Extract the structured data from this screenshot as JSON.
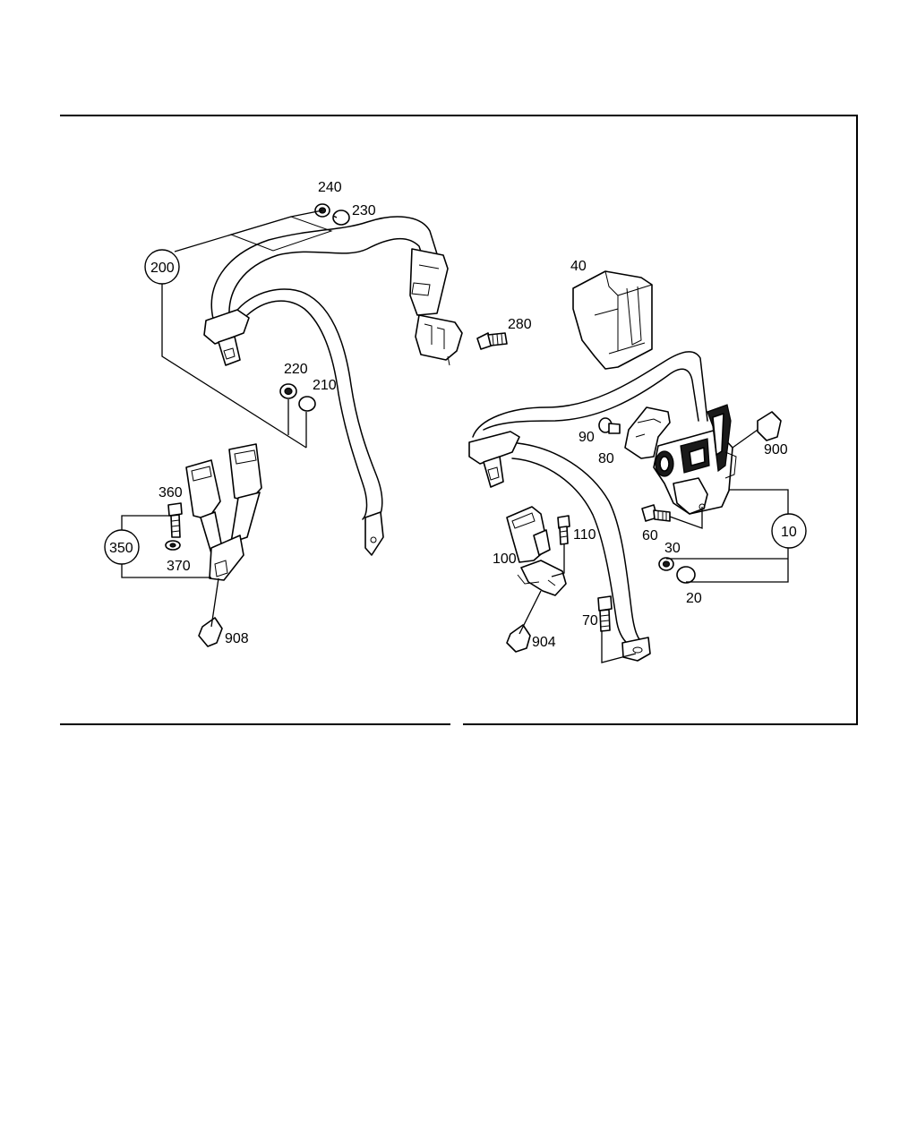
{
  "labels": {
    "l240": "240",
    "l230": "230",
    "l200": "200",
    "l220": "220",
    "l210": "210",
    "l280": "280",
    "l40": "40",
    "l90": "90",
    "l80": "80",
    "l900": "900",
    "l360": "360",
    "l350": "350",
    "l370": "370",
    "l908": "908",
    "l60": "60",
    "l10": "10",
    "l30": "30",
    "l20": "20",
    "l110": "110",
    "l100": "100",
    "l70": "70",
    "l904": "904"
  },
  "colors": {
    "ink": "#000000",
    "paper": "#ffffff"
  }
}
